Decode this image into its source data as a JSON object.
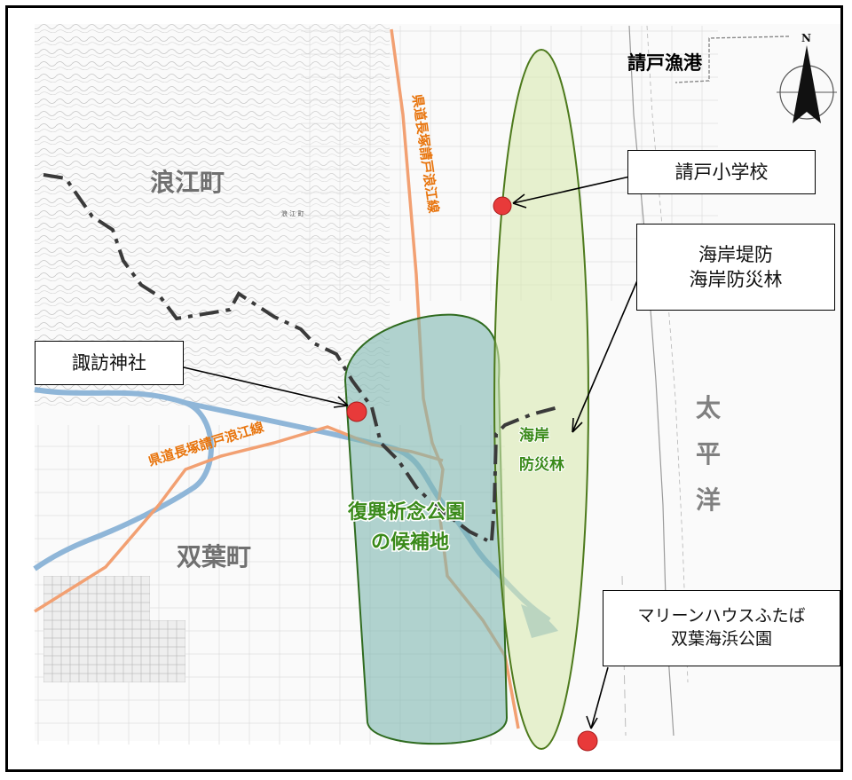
{
  "labels": {
    "harbor": "請戸漁港",
    "namie_town": "浪江町",
    "futaba_town": "双葉町",
    "ocean_1": "太",
    "ocean_2": "平",
    "ocean_3": "洋",
    "road_vertical": "県道長塚請戸浪江線",
    "road_horizontal": "県道長塚請戸浪江線",
    "park_line1": "復興祈念公園",
    "park_line2": "の候補地",
    "forest_line1": "海岸",
    "forest_line2": "防災林",
    "map_label_1": "浪 江 町",
    "compass": "N"
  },
  "callouts": {
    "school": "請戸小学校",
    "levee_line1": "海岸堤防",
    "levee_line2": "海岸防災林",
    "shrine": "諏訪神社",
    "marine_line1": "マリーンハウスふたば",
    "marine_line2": "双葉海浜公園"
  },
  "colors": {
    "road": "#f2a072",
    "road_label": "#e8740c",
    "park_fill": "#7fb8b0",
    "park_stroke": "#2f6b1f",
    "forest_fill": "#d8eab0",
    "forest_stroke": "#4d7a1c",
    "marker": "#e83a3a",
    "river": "#8fb6d8",
    "town_label": "#707070",
    "park_label": "#3a8a1a",
    "ocean_label": "#808080"
  },
  "icons": [
    "north-arrow-icon",
    "marker-dot-icon"
  ]
}
